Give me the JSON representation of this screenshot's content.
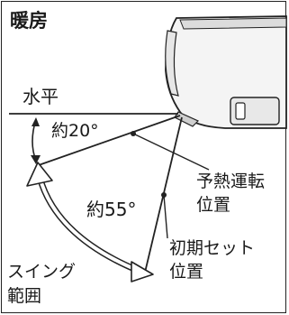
{
  "title": "暖房",
  "labels": {
    "horizontal": "水平",
    "angle_top": "約20°",
    "angle_swing": "約55°",
    "preheat_line1": "予熱運転",
    "preheat_line2": "位置",
    "initial_line1": "初期セット",
    "initial_line2": "位置",
    "swing_line1": "スイング",
    "swing_line2": "範囲"
  },
  "colors": {
    "stroke": "#222222",
    "unit_fill": "#f4f4f4",
    "unit_shade": "#d8d8d8"
  }
}
